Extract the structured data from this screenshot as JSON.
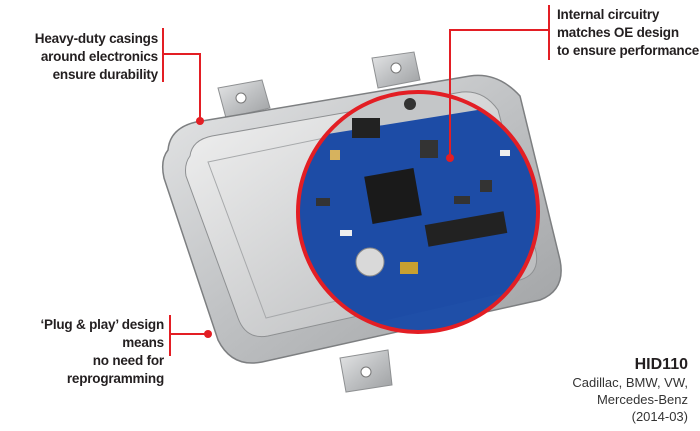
{
  "callouts": [
    {
      "lines": [
        "Heavy-duty casings",
        "around electronics",
        "ensure durability"
      ]
    },
    {
      "lines": [
        "Internal circuitry",
        "matches OE design",
        "to ensure performance"
      ]
    },
    {
      "lines": [
        "‘Plug & play’ design means",
        "no need for reprogramming"
      ]
    }
  ],
  "product": {
    "code": "HID110",
    "makes": [
      "Cadillac, BMW, VW,",
      "Mercedes-Benz",
      "(2014-03)"
    ]
  },
  "colors": {
    "accent": "#e31e24",
    "pcb": "#1f4fa8",
    "casing": "#c9cbcc"
  }
}
